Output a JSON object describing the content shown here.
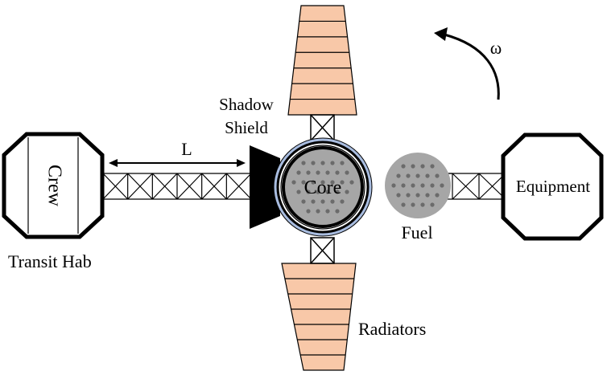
{
  "labels": {
    "crew": "Crew",
    "transit_hab": "Transit Hab",
    "length": "L",
    "shadow_shield_line1": "Shadow",
    "shadow_shield_line2": "Shield",
    "core": "Core",
    "fuel": "Fuel",
    "equipment": "Equipment",
    "radiators": "Radiators",
    "omega": "ω"
  },
  "colors": {
    "radiator_fill": "#f8c8a8",
    "core_fill": "#a6a6a6",
    "core_dots": "#6b6b6b",
    "core_ring": "#a9bde0",
    "stroke": "#000000",
    "background": "#ffffff"
  }
}
